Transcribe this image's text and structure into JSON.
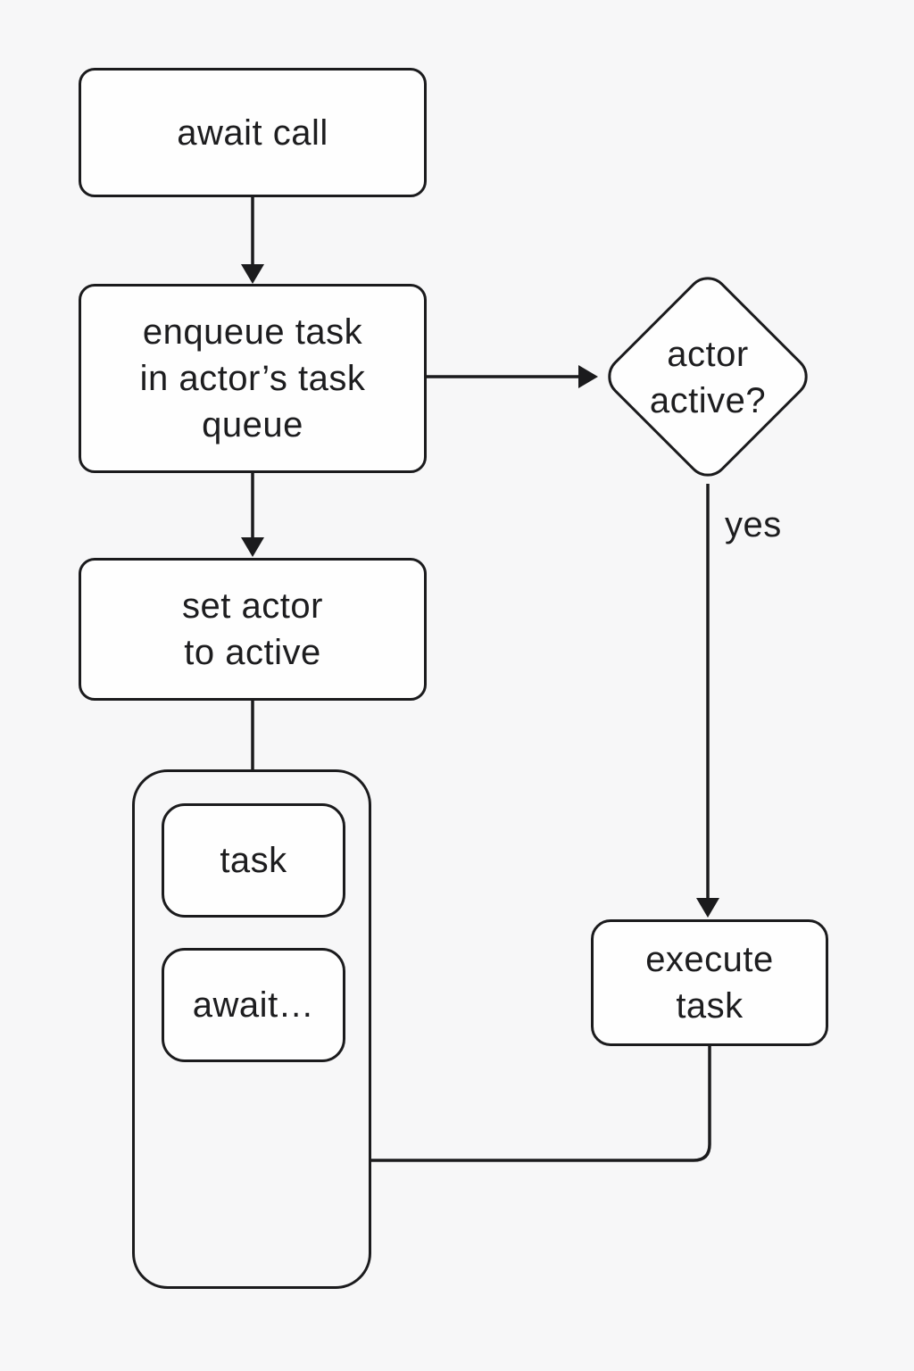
{
  "colors": {
    "background": "#f7f7f8",
    "node_fill": "#fefefe",
    "stroke": "#1b1b1d",
    "text": "#1d1d1f"
  },
  "diagram": {
    "type": "flowchart",
    "nodes": {
      "await_call": {
        "label": "await call",
        "shape": "rounded-rect"
      },
      "enqueue_task": {
        "label": "enqueue task\nin actor’s task\nqueue",
        "shape": "rounded-rect"
      },
      "actor_active": {
        "label": "actor\nactive?",
        "shape": "diamond"
      },
      "set_active": {
        "label": "set actor\nto active",
        "shape": "rounded-rect"
      },
      "task_queue": {
        "label": "",
        "shape": "rounded-container"
      },
      "task": {
        "label": "task",
        "shape": "rounded-rect"
      },
      "await_more": {
        "label": "await…",
        "shape": "rounded-rect"
      },
      "execute_task": {
        "label": "execute\ntask",
        "shape": "rounded-rect"
      }
    },
    "edges": {
      "await_to_enqueue": {
        "from": "await_call",
        "to": "enqueue_task",
        "arrow": true,
        "label": ""
      },
      "enqueue_to_decision": {
        "from": "enqueue_task",
        "to": "actor_active",
        "arrow": true,
        "label": ""
      },
      "enqueue_to_set": {
        "from": "enqueue_task",
        "to": "set_active",
        "arrow": true,
        "label": ""
      },
      "set_to_queue": {
        "from": "set_active",
        "to": "task_queue",
        "arrow": false,
        "label": ""
      },
      "decision_to_execute": {
        "from": "actor_active",
        "to": "execute_task",
        "arrow": true,
        "label": "yes"
      },
      "execute_to_queue": {
        "from": "execute_task",
        "to": "task_queue",
        "arrow": false,
        "label": ""
      }
    }
  }
}
